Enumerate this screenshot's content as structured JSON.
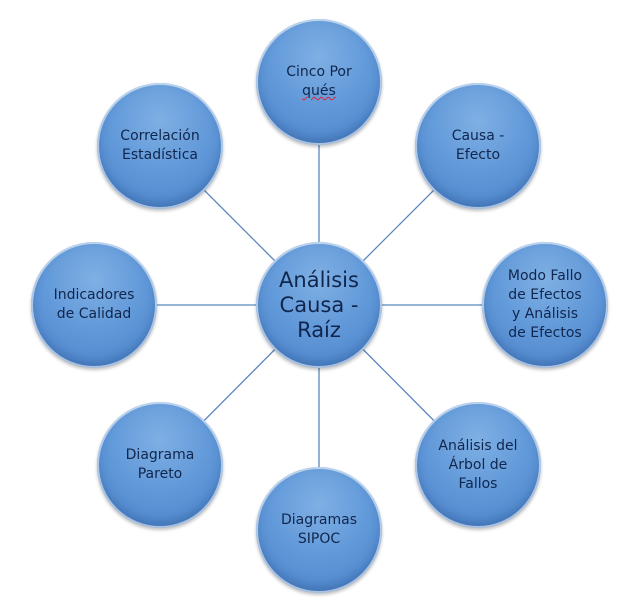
{
  "center": {
    "line1": "Análisis",
    "line2": "Causa -",
    "line3": "Raíz"
  },
  "nodes": [
    {
      "id": "cinco-por-ques",
      "line1": "Cinco Por",
      "line2": "qués"
    },
    {
      "id": "causa-efecto",
      "line1": "Causa -",
      "line2": "Efecto"
    },
    {
      "id": "modo-fallo",
      "line1": "Modo Fallo",
      "line2": "de Efectos",
      "line3": "y Análisis",
      "line4": "de Efectos"
    },
    {
      "id": "arbol-fallos",
      "line1": "Análisis del",
      "line2": "Árbol de",
      "line3": "Fallos"
    },
    {
      "id": "sipoc",
      "line1": "Diagramas",
      "line2": "SIPOC"
    },
    {
      "id": "pareto",
      "line1": "Diagrama",
      "line2": "Pareto"
    },
    {
      "id": "indicadores",
      "line1": "Indicadores",
      "line2": "de Calidad"
    },
    {
      "id": "correlacion",
      "line1": "Correlación",
      "line2": "Estadística"
    }
  ],
  "colors": {
    "fill": "#5f97d8",
    "text": "#10264d",
    "connector": "#5b86bd"
  }
}
